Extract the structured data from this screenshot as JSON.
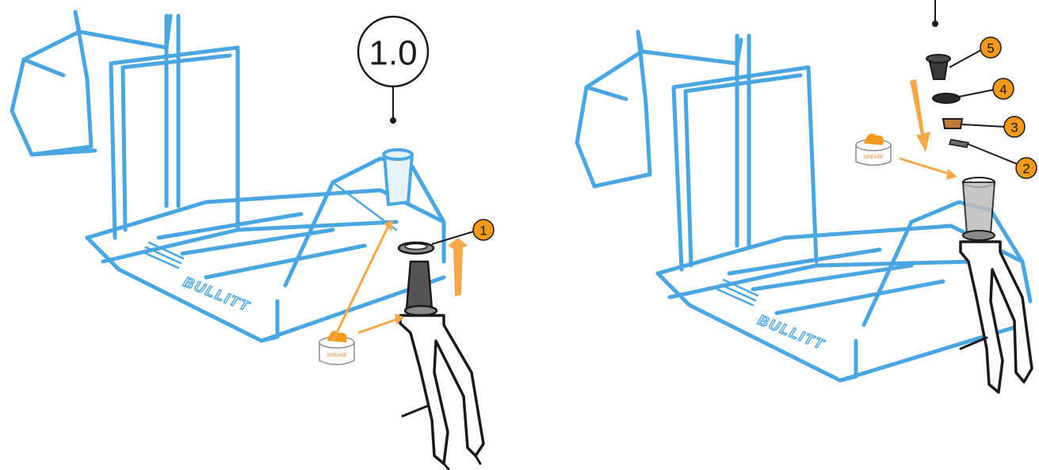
{
  "step_label": "1.0",
  "frame_brand": "BULLITT",
  "grease_label": "GREASE",
  "callouts": {
    "c1": "1",
    "c2": "2",
    "c3": "3",
    "c4": "4",
    "c5": "5"
  },
  "colors": {
    "frame": "#4aa6e0",
    "arrow": "#f5a84a",
    "badge": "#f39a1c",
    "ink": "#1a1a1a"
  }
}
